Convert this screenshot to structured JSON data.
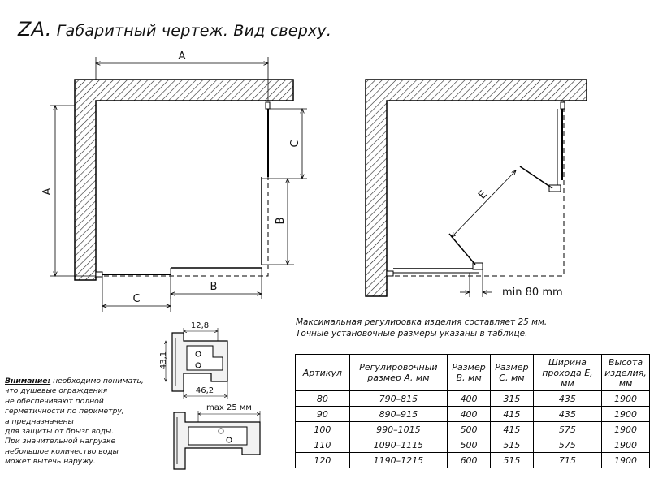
{
  "title": {
    "code": "ZA.",
    "text": "Габаритный чертеж. Вид сверху."
  },
  "left_view": {
    "label_A_top": "A",
    "label_A_side": "A",
    "label_C_right": "C",
    "label_B_right": "B",
    "label_B_bottom": "B",
    "label_C_bottom": "C"
  },
  "right_view": {
    "label_E": "E",
    "label_min": "min 80 mm"
  },
  "profile_1": {
    "dim_top": "12,8",
    "dim_left": "43,1",
    "dim_bottom": "46,2"
  },
  "profile_2": {
    "dim_top": "max 25 мм"
  },
  "notes": {
    "line1": "Максимальная регулировка изделия составляет 25 мм.",
    "line2": "Точные установочные размеры указаны в таблице."
  },
  "warning": {
    "lead": "Внимание:",
    "line1": " необходимо понимать,",
    "line2": "что душевые ограждения",
    "line3": "не обеспечивают полной",
    "line4": "герметичности по периметру,",
    "line5": "а предназначены",
    "line6": "для защиты от брызг воды.",
    "line7": "При значительной нагрузке",
    "line8": "небольшое количество воды",
    "line9": "может вытечь наружу."
  },
  "table": {
    "headers": [
      "Артикул",
      "Регулировочный размер А, мм",
      "Размер В, мм",
      "Размер С, мм",
      "Ширина прохода Е, мм",
      "Высота изделия, мм"
    ],
    "rows": [
      [
        "80",
        "790–815",
        "400",
        "315",
        "435",
        "1900"
      ],
      [
        "90",
        "890–915",
        "400",
        "415",
        "435",
        "1900"
      ],
      [
        "100",
        "990–1015",
        "500",
        "415",
        "575",
        "1900"
      ],
      [
        "110",
        "1090–1115",
        "500",
        "515",
        "575",
        "1900"
      ],
      [
        "120",
        "1190–1215",
        "600",
        "515",
        "715",
        "1900"
      ]
    ]
  }
}
